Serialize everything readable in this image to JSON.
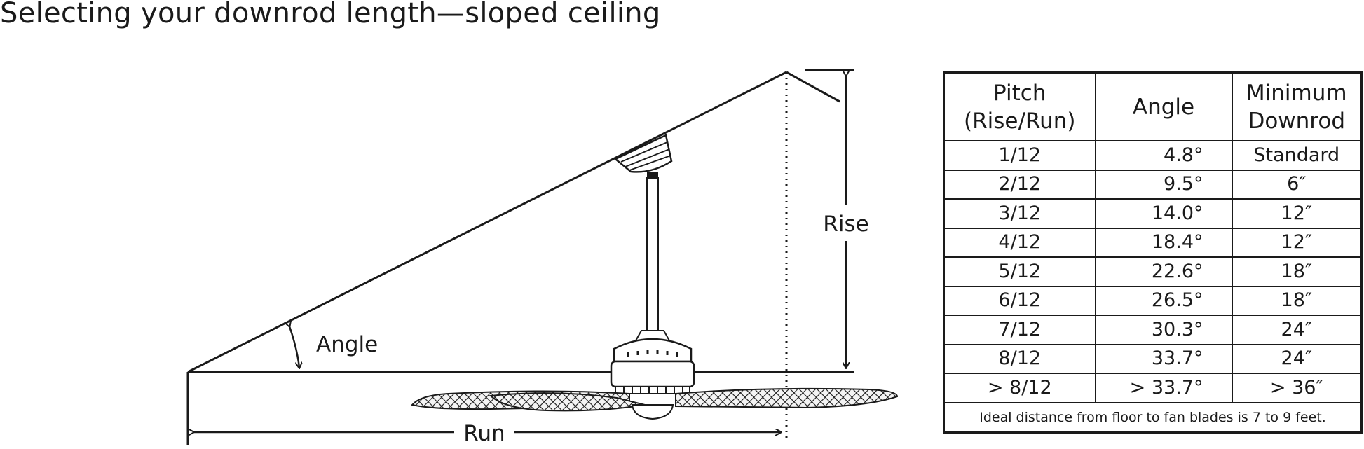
{
  "title": "Selecting your downrod length—sloped ceiling",
  "diagram": {
    "rise_label": "Rise",
    "run_label": "Run",
    "angle_label": "Angle"
  },
  "table": {
    "headers": {
      "pitch": [
        "Pitch",
        "(Rise/Run)"
      ],
      "angle": [
        "Angle"
      ],
      "downrod": [
        "Minimum",
        "Downrod"
      ]
    },
    "rows": [
      {
        "pitch": "1/12",
        "angle": "4.8°",
        "downrod": "Standard"
      },
      {
        "pitch": "2/12",
        "angle": "9.5°",
        "downrod": "6″"
      },
      {
        "pitch": "3/12",
        "angle": "14.0°",
        "downrod": "12″"
      },
      {
        "pitch": "4/12",
        "angle": "18.4°",
        "downrod": "12″"
      },
      {
        "pitch": "5/12",
        "angle": "22.6°",
        "downrod": "18″"
      },
      {
        "pitch": "6/12",
        "angle": "26.5°",
        "downrod": "18″"
      },
      {
        "pitch": "7/12",
        "angle": "30.3°",
        "downrod": "24″"
      },
      {
        "pitch": "8/12",
        "angle": "33.7°",
        "downrod": "24″"
      },
      {
        "pitch": "> 8/12",
        "angle": "> 33.7°",
        "downrod": "> 36″"
      }
    ],
    "footnote": "Ideal distance from floor to fan blades is 7 to 9 feet."
  }
}
